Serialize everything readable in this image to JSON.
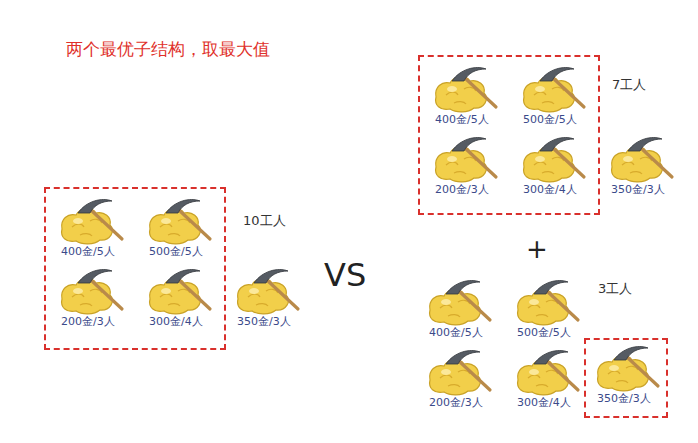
{
  "diagram": {
    "title": "两个最优子结构，取最大值",
    "nodes": [
      {
        "text": [
          "400金/5人",
          "500金/5人",
          "200金/3人",
          "300金/4人"
        ]
      },
      {
        "text": [
          "400金/5人",
          "500金/5人",
          "200金/3人",
          "300金/4人"
        ]
      },
      {
        "text": [
          "350金/3人"
        ]
      }
    ],
    "labels": [
      "350金/3人",
      "10工人",
      "VS",
      "350金/3人",
      "7工人",
      "+",
      "400金/5人",
      "500金/5人",
      "200金/3人",
      "300金/4人",
      "3工人"
    ]
  }
}
